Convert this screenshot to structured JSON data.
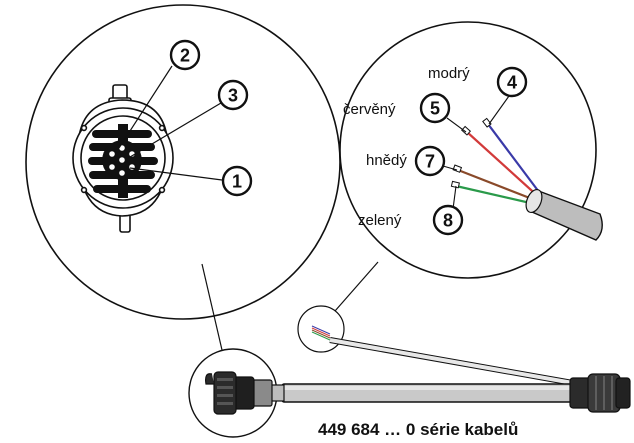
{
  "caption": "449 684 … 0 série kabelů",
  "connector_callouts": [
    {
      "number": "2"
    },
    {
      "number": "3"
    },
    {
      "number": "1"
    }
  ],
  "wire_callouts": [
    {
      "label": "modrý",
      "number": "4",
      "color": "#3a3aa8"
    },
    {
      "label": "červěný",
      "number": "5",
      "color": "#d23a3a"
    },
    {
      "label": "hnědý",
      "number": "7",
      "color": "#8a4a2a"
    },
    {
      "label": "zelený",
      "number": "8",
      "color": "#2a9a4a"
    }
  ],
  "colors": {
    "outline": "#111111",
    "cable_gray": "#bdbdbd",
    "cable_dark": "#8a8a8a"
  }
}
